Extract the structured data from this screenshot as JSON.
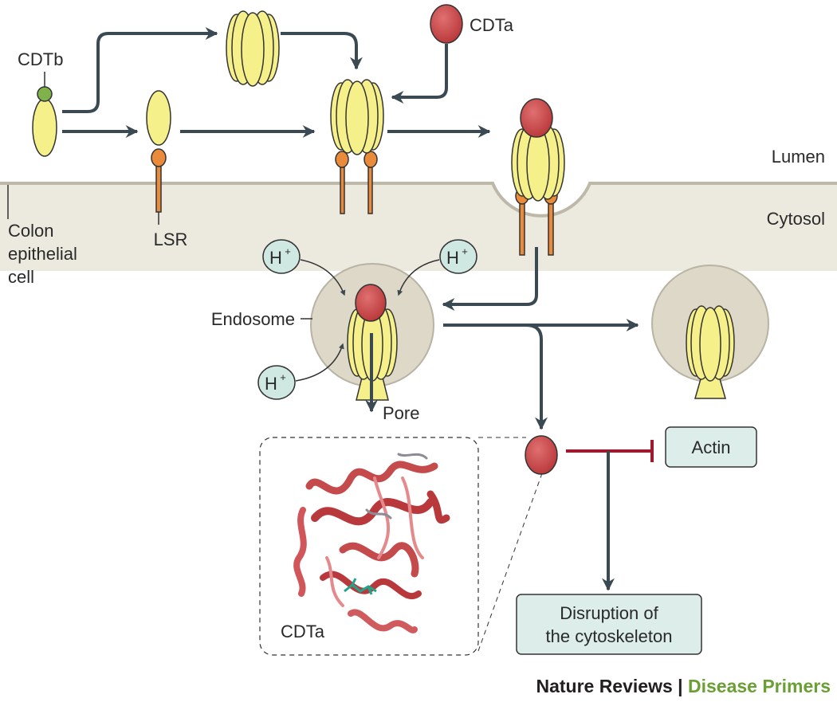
{
  "labels": {
    "cdtb": "CDTb",
    "cdta_top": "CDTa",
    "lumen": "Lumen",
    "cytosol": "Cytosol",
    "colon_line1": "Colon",
    "colon_line2": "epithelial",
    "colon_line3": "cell",
    "lsr": "LSR",
    "h_plus": "H",
    "plus_sup": "+",
    "endosome": "Endosome",
    "pore": "Pore",
    "actin": "Actin",
    "disruption_line1": "Disruption of",
    "disruption_line2": "the cytoskeleton",
    "cdta_structure": "CDTa"
  },
  "credit": {
    "journal": "Nature Reviews",
    "separator": " | ",
    "series": "Disease Primers"
  },
  "colors": {
    "membrane": "#e8e4d8",
    "membrane_edge": "#b9b5a6",
    "arrow": "#3b4a52",
    "inhibit": "#a0182e",
    "cdtb_yellow": "#f6f08a",
    "cdta_red": "#c8484a",
    "lsr_orange": "#e98b3a",
    "proton_teal": "#cfe8e2",
    "endosome": "#ddd8c8",
    "box_fill": "#dcedea",
    "credit_green": "#6aa033"
  }
}
